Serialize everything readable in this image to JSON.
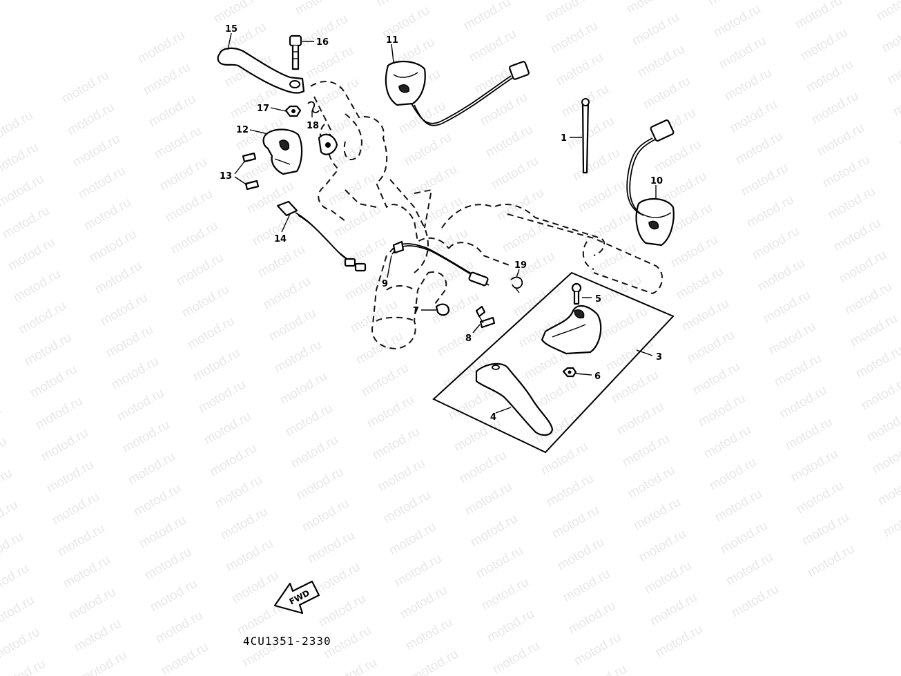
{
  "diagram": {
    "watermark": "motod.ru",
    "part_code": "4CU1351-2330",
    "fwd_label": "FWD",
    "callouts": {
      "c1": "1",
      "c3": "3",
      "c4": "4",
      "c5": "5",
      "c6": "6",
      "c7": "7",
      "c8": "8",
      "c9": "9",
      "c10": "10",
      "c11": "11",
      "c12": "12",
      "c13": "13",
      "c14": "14",
      "c15": "15",
      "c16": "16",
      "c17": "17",
      "c18": "18",
      "c19": "19"
    }
  }
}
